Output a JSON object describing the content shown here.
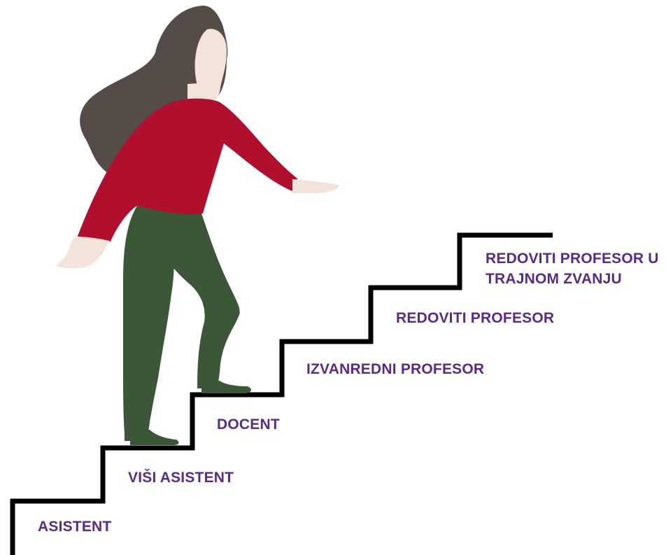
{
  "colors": {
    "label": "#5b2a86",
    "stairs": "#000000",
    "hair": "#554c48",
    "skin": "#f4e3da",
    "shirt": "#b10f2e",
    "pants": "#3b5738"
  },
  "steps": [
    {
      "label_lines": [
        "ASISTENT"
      ]
    },
    {
      "label_lines": [
        "VIŠI ASISTENT"
      ]
    },
    {
      "label_lines": [
        "DOCENT"
      ]
    },
    {
      "label_lines": [
        "IZVANREDNI PROFESOR"
      ]
    },
    {
      "label_lines": [
        "REDOVITI PROFESOR"
      ]
    },
    {
      "label_lines": [
        "REDOVITI PROFESOR U",
        "TRAJNOM ZVANJU"
      ]
    }
  ],
  "illustration": {
    "figure": "woman-climbing-stairs"
  }
}
